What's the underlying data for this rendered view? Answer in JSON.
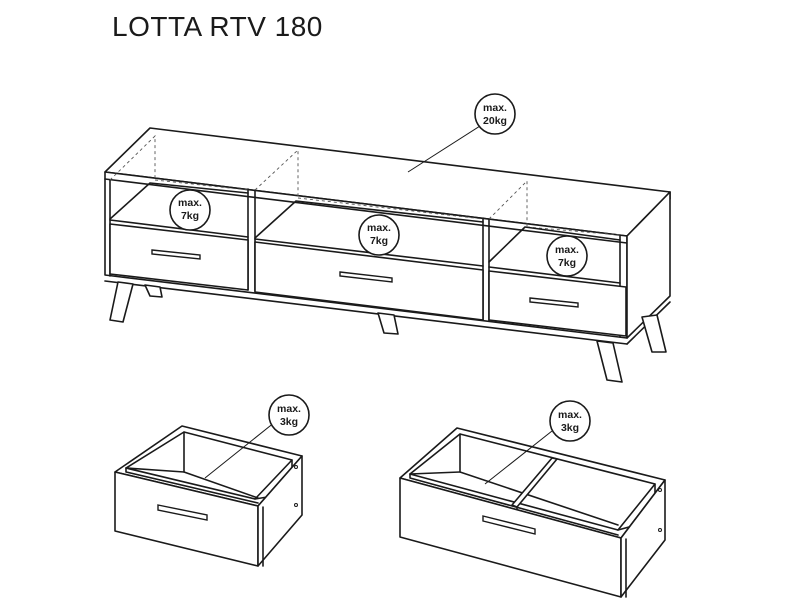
{
  "title": "LOTTA RTV 180",
  "badges": {
    "top": {
      "line1": "max.",
      "line2": "20kg"
    },
    "shelf_left": {
      "line1": "max.",
      "line2": "7kg"
    },
    "shelf_middle": {
      "line1": "max.",
      "line2": "7kg"
    },
    "shelf_right": {
      "line1": "max.",
      "line2": "7kg"
    },
    "drawer_small": {
      "line1": "max.",
      "line2": "3kg"
    },
    "drawer_large": {
      "line1": "max.",
      "line2": "3kg"
    }
  }
}
